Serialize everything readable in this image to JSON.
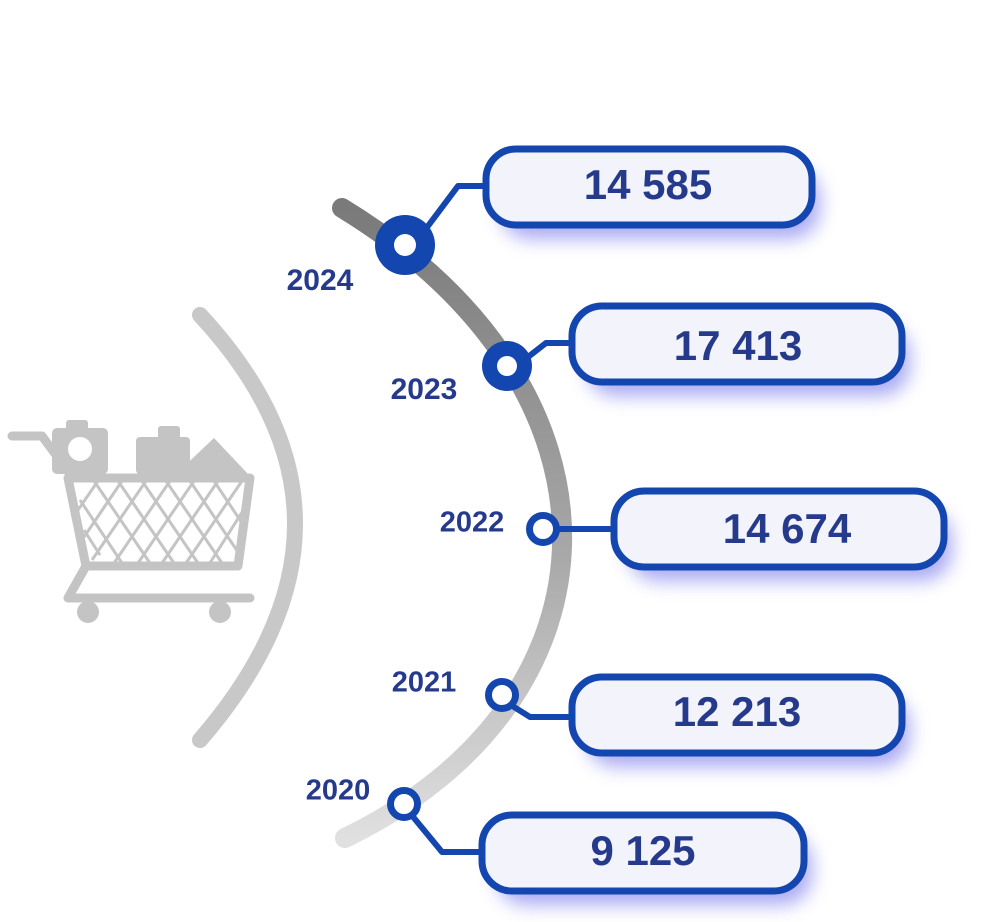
{
  "colors": {
    "accent": "#1446b0",
    "text": "#263a8c",
    "track_dark": "#7d7d7d",
    "track_light": "#d6d6d6",
    "icon_gray": "#c4c4c4",
    "box_fill": "#f3f4fb",
    "glow": "#8f8ff0"
  },
  "icons": {
    "cart": "shopping-cart-icon"
  },
  "chart_data": {
    "type": "timeline",
    "categories": [
      "2024",
      "2023",
      "2022",
      "2021",
      "2020"
    ],
    "values": [
      14585,
      17413,
      14674,
      12213,
      9125
    ],
    "value_labels": [
      "14 585",
      "17 413",
      "14 674",
      "12 213",
      "9 125"
    ]
  }
}
